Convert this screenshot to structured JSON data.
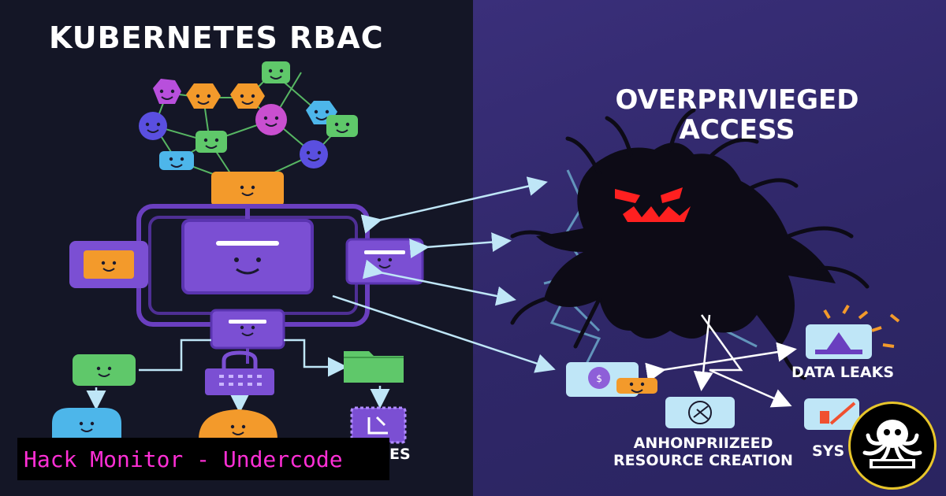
{
  "left": {
    "title": "KUBERNETES RBAC",
    "partial_label": "ES"
  },
  "right": {
    "title_line1": "OVERPRIVIEGED",
    "title_line2": "ACCESS",
    "data_leaks": "DATA LEAKS",
    "resource_line1": "ANHONPRIIZEED",
    "resource_line2": "RESOURCE CREATION",
    "sys_partial": "SYS"
  },
  "banner": {
    "text": "Hack Monitor - Undercode"
  },
  "colors": {
    "left_bg": "#141626",
    "right_bg": "#2f2768",
    "purple": "#7b4fd3",
    "orange": "#f39a2b",
    "green": "#5fc86a",
    "blue": "#4db6ea",
    "arrow": "#bfe6f7",
    "banner_text": "#ff2fd6",
    "monster_eyes": "#ff2020"
  },
  "icons": [
    "face-node-icon",
    "lock-icon",
    "monster-icon",
    "octopus-logo-icon",
    "warning-icon",
    "folder-icon"
  ]
}
